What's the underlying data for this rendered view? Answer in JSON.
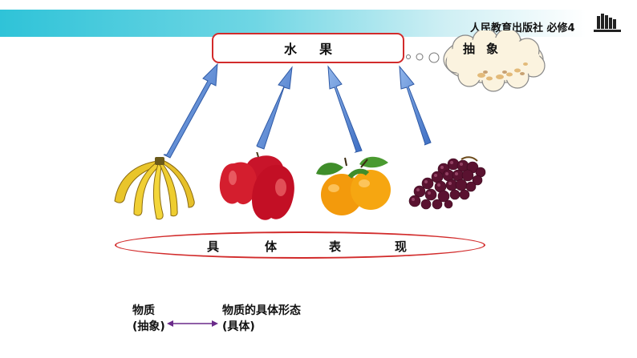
{
  "header": {
    "publisher": "人民教育出版社 必修4"
  },
  "diagram": {
    "top_label": "水果",
    "cloud_label": "抽象",
    "bottom_words": [
      "具",
      "体",
      "表",
      "现"
    ],
    "fruits": [
      "banana",
      "apple",
      "orange",
      "grapes"
    ]
  },
  "legend": {
    "left_line1": "物质",
    "left_line2": "(抽象)",
    "right_line1": "物质的具体形态",
    "right_line2": "(具体)"
  },
  "colors": {
    "header": "#2fc3d8",
    "box_border": "#d22b2b",
    "arrow": "#5b8fd6",
    "legend_arrow": "#6a2a8a"
  }
}
